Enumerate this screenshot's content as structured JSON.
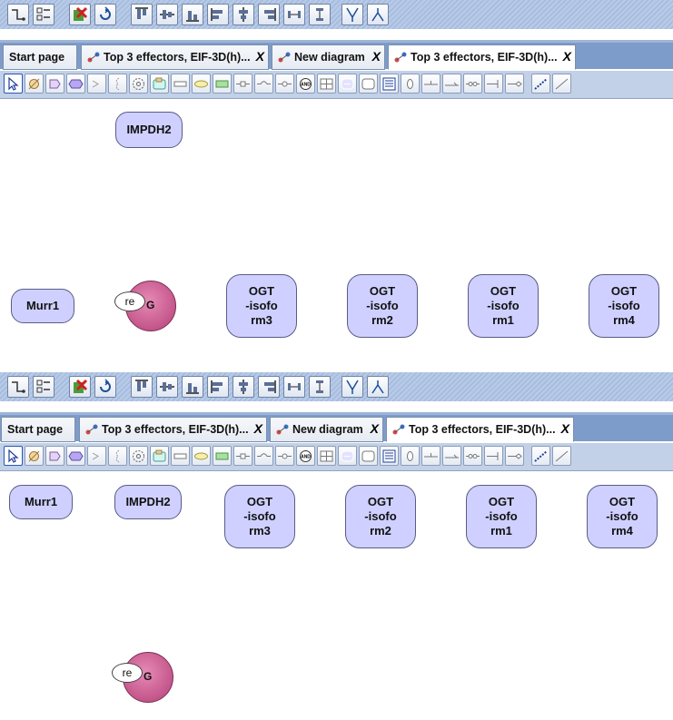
{
  "tabs": [
    {
      "label": "Start page",
      "icon": "none"
    },
    {
      "label": "Top 3 effectors, EIF-3D(h)...",
      "icon": "diagram-icon",
      "close": "X"
    },
    {
      "label": "New diagram",
      "icon": "diagram-icon",
      "close": "X"
    },
    {
      "label": "Top 3 effectors, EIF-3D(h)...",
      "icon": "diagram-icon",
      "close": "X",
      "active": true
    }
  ],
  "nodes": {
    "impdh2": "IMPDH2",
    "murr1": "Murr1",
    "ogt3": [
      "OGT",
      "-isofo",
      "rm3"
    ],
    "ogt2": [
      "OGT",
      "-isofo",
      "rm2"
    ],
    "ogt1": [
      "OGT",
      "-isofo",
      "rm1"
    ],
    "ogt4": [
      "OGT",
      "-isofo",
      "rm4"
    ],
    "gene_label": "G",
    "re_label": "re"
  },
  "colors": {
    "node_fill": "#cfd0ff",
    "gene_fill": "#c4558a",
    "toolbar": "#b6c9e6",
    "tabbar": "#7e9cc9"
  }
}
